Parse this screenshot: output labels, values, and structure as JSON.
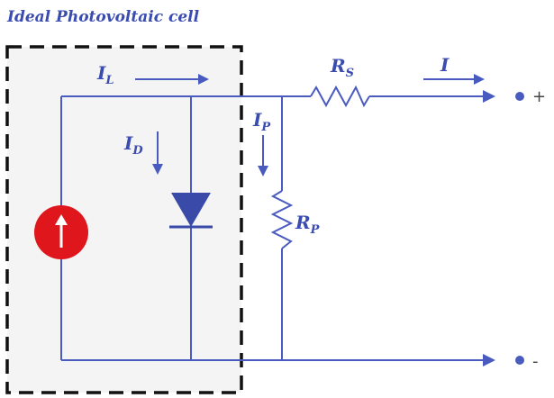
{
  "title": "Ideal Photovoltaic cell",
  "labels": {
    "IL": {
      "main": "I",
      "sub": "L"
    },
    "ID": {
      "main": "I",
      "sub": "D"
    },
    "IP": {
      "main": "I",
      "sub": "P"
    },
    "RS": {
      "main": "R",
      "sub": "S"
    },
    "RP": {
      "main": "R",
      "sub": "P"
    },
    "I": {
      "main": "I"
    }
  },
  "terminals": {
    "positive": "+",
    "negative": "-"
  },
  "colors": {
    "wire": "#4a5bbf",
    "label": "#3b4cb0",
    "source_fill": "#e0161d",
    "source_arrow": "#ffffff",
    "diode": "#3a4aa8",
    "dashed_box": "#111111",
    "box_fill": "#f4f4f4",
    "terminal_dot": "#4a5bbf"
  },
  "icons": {
    "source": "current-source-icon",
    "diode": "diode-icon",
    "resistor": "resistor-icon"
  }
}
